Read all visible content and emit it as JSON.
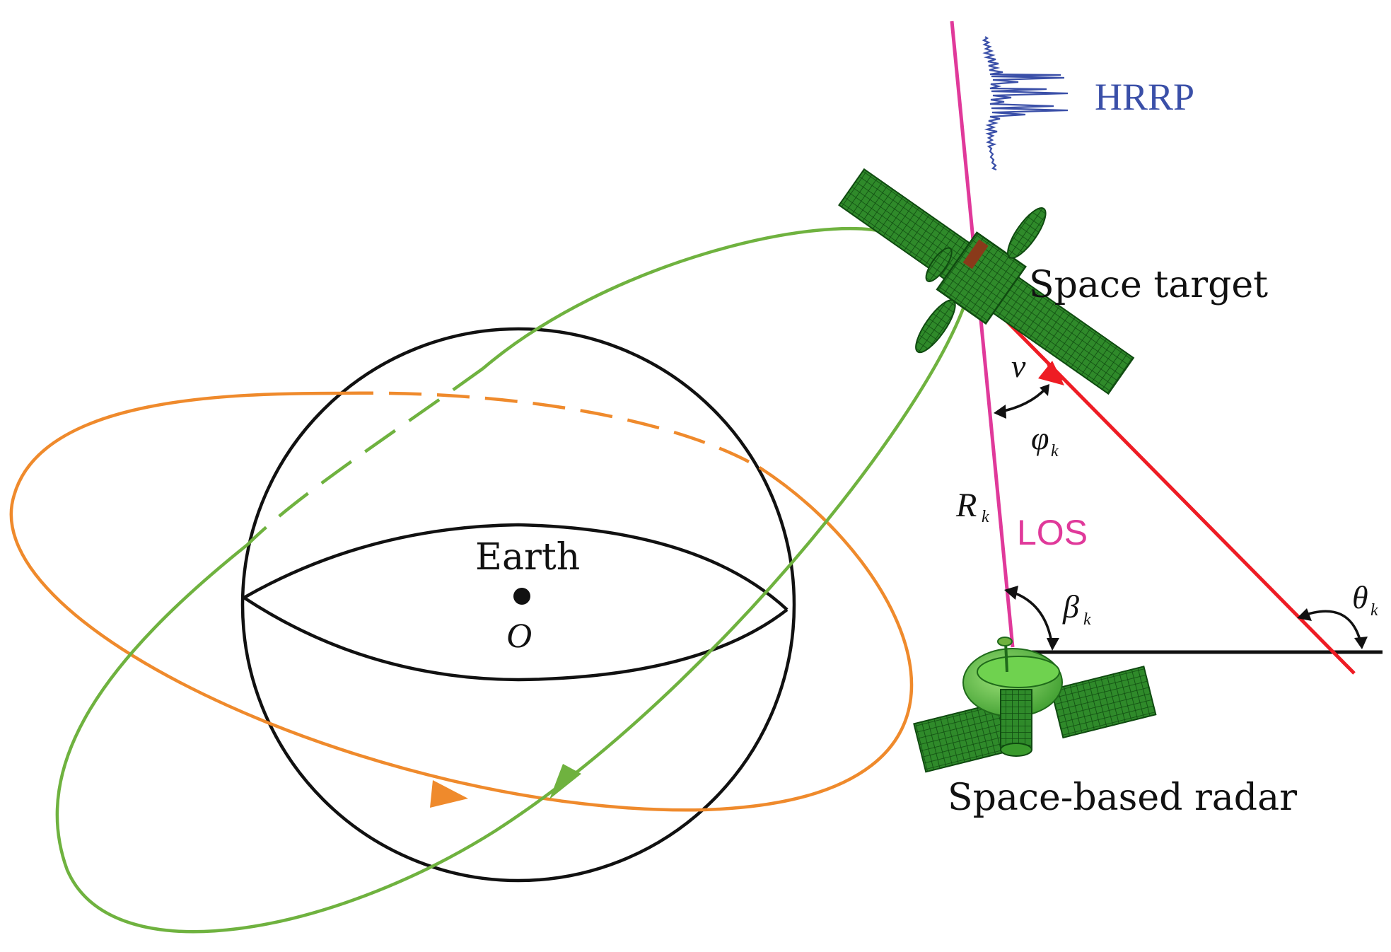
{
  "labels": {
    "hrrp": "HRRP",
    "space_target": "Space target",
    "space_based_radar": "Space-based radar",
    "earth": "Earth",
    "origin": "O",
    "los": "LOS",
    "range": "R",
    "range_sub": "k",
    "velocity": "v",
    "phi": "φ",
    "phi_sub": "k",
    "beta": "β",
    "beta_sub": "k",
    "theta": "θ",
    "theta_sub": "k"
  },
  "colors": {
    "green_orbit": "#6fb23f",
    "orange_orbit": "#ef8a2c",
    "los_line": "#e0399a",
    "velocity_arrow": "#ee1c24",
    "hrrp": "#3a4fa8",
    "satellite_green": "#2f8a2a",
    "earth_outline": "#111111"
  }
}
